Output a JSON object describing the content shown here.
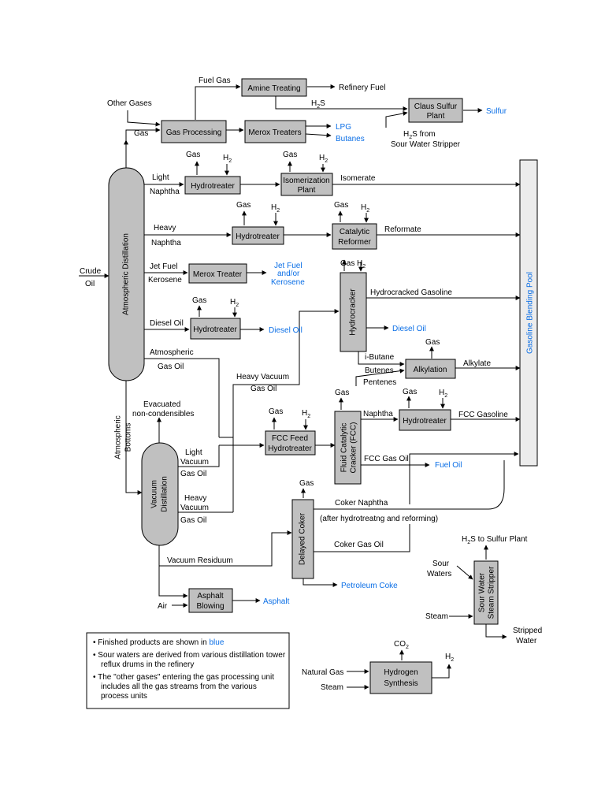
{
  "colors": {
    "product": "#0a6ee6",
    "unit_fill": "#c0c0c0",
    "line": "#000000"
  },
  "units": {
    "amine_treating": "Amine Treating",
    "gas_processing": "Gas Processing",
    "merox_treaters": "Merox Treaters",
    "claus_1": "Claus Sulfur",
    "claus_2": "Plant",
    "hydrotreater": "Hydrotreater",
    "isom_1": "Isomerization",
    "isom_2": "Plant",
    "cat_ref_1": "Catalytic",
    "cat_ref_2": "Reformer",
    "merox_treater": "Merox Treater",
    "hydrocracker": "Hydrocracker",
    "alkylation": "Alkylation",
    "fcc_feed_1": "FCC Feed",
    "fcc_feed_2": "Hydrotreater",
    "fcc_1": "Fluid Catalytic",
    "fcc_2": "Cracker (FCC)",
    "delayed_coker": "Delayed Coker",
    "asphalt_1": "Asphalt",
    "asphalt_2": "Blowing",
    "atm_dist": "Atmospheric Distillation",
    "vac_1": "Vacuum",
    "vac_2": "Distillation",
    "sws_1": "Sour Water",
    "sws_2": "Steam Stripper",
    "h2_1": "Hydrogen",
    "h2_2": "Synthesis",
    "pool": "Gasoline Blending Pool"
  },
  "streams": {
    "fuel_gas": "Fuel Gas",
    "refinery_fuel": "Refinery Fuel",
    "h2s": "H",
    "h2s_sub": "2",
    "h2s_tail": "S",
    "other_gases": "Other Gases",
    "gas": "Gas",
    "h2": "H",
    "two": "2",
    "h2s_from_1": "S from",
    "h2s_from_2": "Sour Water Stripper",
    "light": "Light",
    "naphtha": "Naphtha",
    "isomerate": "Isomerate",
    "heavy": "Heavy",
    "reformate": "Reformate",
    "crude": "Crude",
    "oil": "Oil",
    "jet_fuel": "Jet Fuel",
    "kerosene": "Kerosene",
    "hydrocracked_gasoline": "Hydrocracked Gasoline",
    "diesel_oil": "Diesel Oil",
    "atmospheric": "Atmospheric",
    "gas_oil": "Gas Oil",
    "i_butane": "i-Butane",
    "butenes": "Butenes",
    "pentenes": "Pentenes",
    "alkylate": "Alkylate",
    "heavy_vacuum": "Heavy Vacuum",
    "evacuated": "Evacuated",
    "non_condensibles": "non-condensibles",
    "fcc_gasoline": "FCC Gasoline",
    "fcc_gas_oil": "FCC Gas Oil",
    "atm_bottoms_1": "Atmospheric",
    "atm_bottoms_2": "Bottoms",
    "vacuum": "Vacuum",
    "coker_naphtha": "Coker Naphtha",
    "after_hydro": "(after hydrotreatng and reforming)",
    "coker_gas_oil": "Coker Gas Oil",
    "vacuum_residuum": "Vacuum Residuum",
    "air": "Air",
    "to_sulfur_plant": "S to Sulfur Plant",
    "sour_1": "Sour",
    "sour_2": "Waters",
    "steam": "Steam",
    "stripped_1": "Stripped",
    "stripped_2": "Water",
    "natural_gas": "Natural Gas",
    "co": "CO",
    "co_sub": "2"
  },
  "products": {
    "sulfur": "Sulfur",
    "lpg": "LPG",
    "butanes": "Butanes",
    "jet_1": "Jet Fuel",
    "jet_2": "and/or",
    "jet_3": "Kerosene",
    "diesel_oil": "Diesel Oil",
    "fuel_oil": "Fuel Oil",
    "petroleum_coke": "Petroleum Coke",
    "asphalt": "Asphalt"
  },
  "legend": {
    "item1_a": "Finished products are shown in ",
    "item1_b": "blue",
    "item2_a": "Sour waters are derived from various distillation tower",
    "item2_b": "reflux drums in the refinery",
    "item3_a": "The \"other gases\" entering the gas processing unit",
    "item3_b": "includes all the gas streams from the various",
    "item3_c": "process units"
  }
}
